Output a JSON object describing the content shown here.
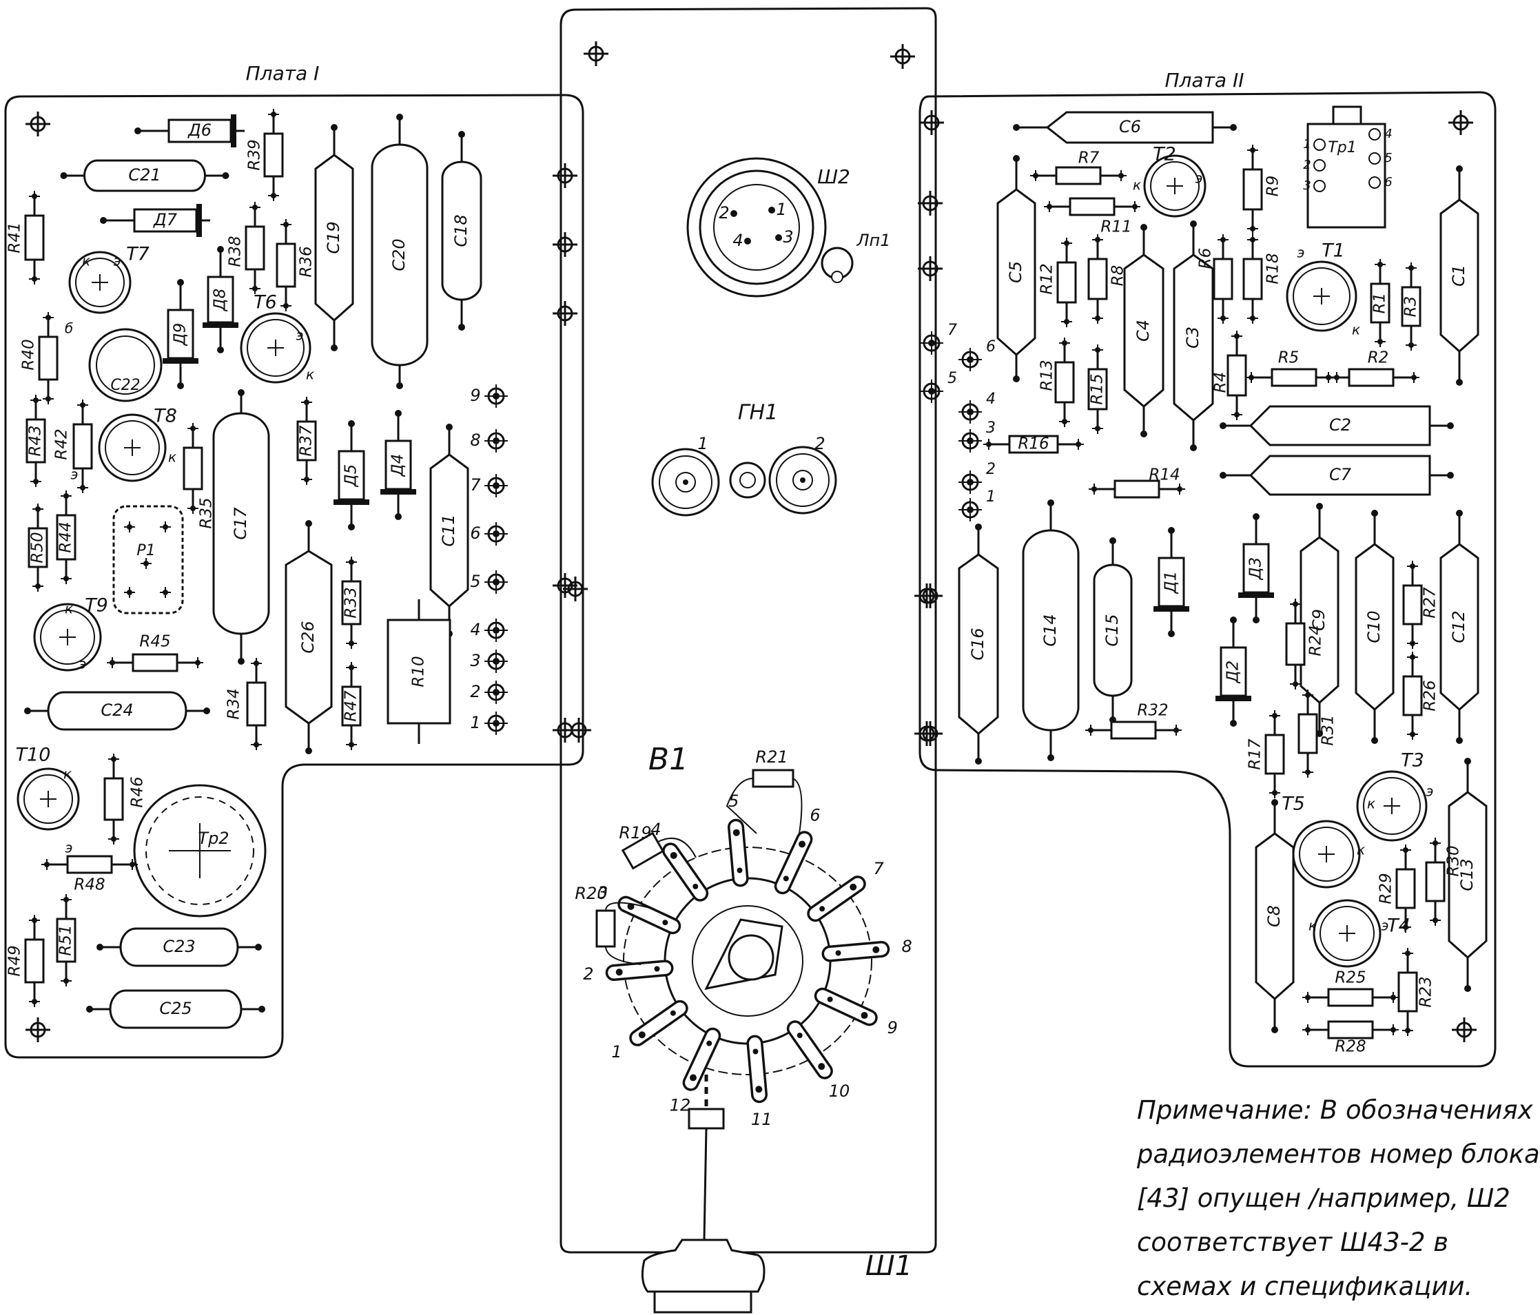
{
  "boards": {
    "left_title": "Плата I",
    "right_title": "Плата II"
  },
  "center": {
    "connector_sh2": "Ш2",
    "lamp": "Лп1",
    "jack": "ГН1",
    "switch": "В1",
    "connector_sh1": "Ш1",
    "sh2_pins": [
      "1",
      "2",
      "3",
      "4"
    ],
    "jack_pins": [
      "1",
      "2"
    ],
    "switch_positions": [
      "1",
      "2",
      "3",
      "4",
      "5",
      "6",
      "7",
      "8",
      "9",
      "10",
      "11",
      "12"
    ],
    "switch_resistors": [
      "R19",
      "R20",
      "R21"
    ]
  },
  "left_components": [
    {
      "label": "Д6"
    },
    {
      "label": "C21"
    },
    {
      "label": "R39"
    },
    {
      "label": "R41"
    },
    {
      "label": "Д7"
    },
    {
      "label": "T7"
    },
    {
      "label": "R38"
    },
    {
      "label": "R36"
    },
    {
      "label": "C19"
    },
    {
      "label": "C20"
    },
    {
      "label": "C18"
    },
    {
      "label": "Д8"
    },
    {
      "label": "Д9"
    },
    {
      "label": "T6"
    },
    {
      "label": "R40"
    },
    {
      "label": "C22"
    },
    {
      "label": "R43"
    },
    {
      "label": "R42"
    },
    {
      "label": "T8"
    },
    {
      "label": "R35"
    },
    {
      "label": "C17"
    },
    {
      "label": "R37"
    },
    {
      "label": "Д5"
    },
    {
      "label": "Д4"
    },
    {
      "label": "C11"
    },
    {
      "label": "R50"
    },
    {
      "label": "R44"
    },
    {
      "label": "P1"
    },
    {
      "label": "T9"
    },
    {
      "label": "R45"
    },
    {
      "label": "C26"
    },
    {
      "label": "R33"
    },
    {
      "label": "R10"
    },
    {
      "label": "C24"
    },
    {
      "label": "R34"
    },
    {
      "label": "R47"
    },
    {
      "label": "T10"
    },
    {
      "label": "R46"
    },
    {
      "label": "Тр2"
    },
    {
      "label": "R48"
    },
    {
      "label": "R49"
    },
    {
      "label": "R51"
    },
    {
      "label": "C23"
    },
    {
      "label": "C25"
    }
  ],
  "left_terminals": [
    "9",
    "8",
    "7",
    "6",
    "5",
    "4",
    "3",
    "2",
    "1"
  ],
  "right_components": [
    {
      "label": "C6"
    },
    {
      "label": "R7"
    },
    {
      "label": "T2"
    },
    {
      "label": "R9"
    },
    {
      "label": "Тр1"
    },
    {
      "label": "C5"
    },
    {
      "label": "R11"
    },
    {
      "label": "R12"
    },
    {
      "label": "R8"
    },
    {
      "label": "C4"
    },
    {
      "label": "C3"
    },
    {
      "label": "R6"
    },
    {
      "label": "R18"
    },
    {
      "label": "T1"
    },
    {
      "label": "R1"
    },
    {
      "label": "R3"
    },
    {
      "label": "C1"
    },
    {
      "label": "R13"
    },
    {
      "label": "R15"
    },
    {
      "label": "R4"
    },
    {
      "label": "R5"
    },
    {
      "label": "R2"
    },
    {
      "label": "C2"
    },
    {
      "label": "R16"
    },
    {
      "label": "R14"
    },
    {
      "label": "C7"
    },
    {
      "label": "C16"
    },
    {
      "label": "C14"
    },
    {
      "label": "C15"
    },
    {
      "label": "Д1"
    },
    {
      "label": "Д3"
    },
    {
      "label": "Д2"
    },
    {
      "label": "C9"
    },
    {
      "label": "C10"
    },
    {
      "label": "R27"
    },
    {
      "label": "C12"
    },
    {
      "label": "R24"
    },
    {
      "label": "R26"
    },
    {
      "label": "R32"
    },
    {
      "label": "R17"
    },
    {
      "label": "R31"
    },
    {
      "label": "T3"
    },
    {
      "label": "T5"
    },
    {
      "label": "C8"
    },
    {
      "label": "C13"
    },
    {
      "label": "R29"
    },
    {
      "label": "R30"
    },
    {
      "label": "T4"
    },
    {
      "label": "R25"
    },
    {
      "label": "R23"
    },
    {
      "label": "R28"
    }
  ],
  "right_terminals": [
    "7",
    "6",
    "5",
    "4",
    "3",
    "2",
    "1"
  ],
  "tr1_pins": [
    "1",
    "2",
    "3",
    "4",
    "5",
    "6"
  ],
  "transistor_marks": {
    "e": "э",
    "k": "к",
    "b": "б"
  },
  "note": [
    "Примечание: В обозначениях",
    "радиоэлементов номер блока",
    "[43] опущен /например, Ш2",
    "соответствует Ш43-2 в",
    "схемах и спецификации."
  ]
}
